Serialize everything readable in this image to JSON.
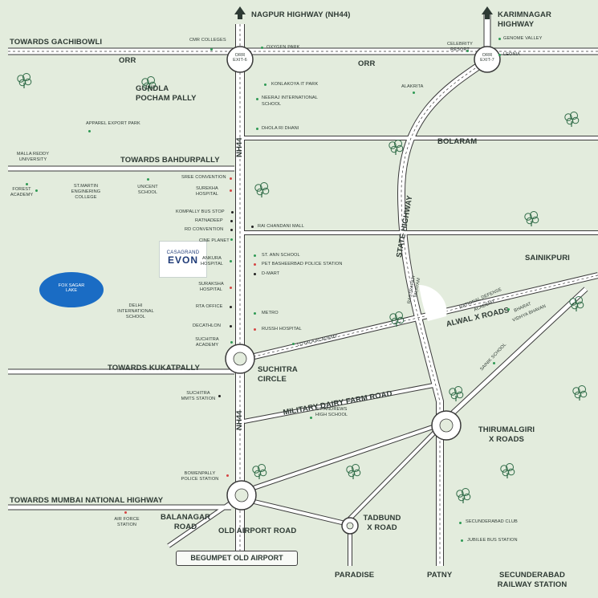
{
  "highways": {
    "nagpur": "NAGPUR HIGHWAY (NH44)",
    "karimnagar_1": "KARIMNAGAR",
    "karimnagar_2": "HIGHWAY",
    "nh44_upper": "NH44",
    "nh44_lower": "NH44",
    "state_highway": "STATE HIGHWAY"
  },
  "roads": {
    "gachibowli": "TOWARDS GACHIBOWLI",
    "orr_left": "ORR",
    "orr_right": "ORR",
    "bahdurpally": "TOWARDS BAHDURPALLY",
    "bolaram": "BOLARAM",
    "sainikpuri": "SAINIKPURI",
    "alwal": "ALWAL X ROADS",
    "kukatpally": "TOWARDS KUKATPALLY",
    "military": "MILITARY DAIRY FARM ROAD",
    "mumbai": "TOWARDS MUMBAI NATIONAL HIGHWAY",
    "old_airport": "OLD AIRPORT ROAD"
  },
  "junctions": {
    "orr_exit6_1": "ORR",
    "orr_exit6_2": "EXIT-6",
    "orr_exit7_1": "ORR",
    "orr_exit7_2": "EXIT-7"
  },
  "areas": {
    "gundla_1": "GUNDLA",
    "gundla_2": "POCHAM PALLY",
    "suchitra_1": "SUCHITRA",
    "suchitra_2": "CIRCLE",
    "thirumalgiri_1": "THIRUMALGIRI",
    "thirumalgiri_2": "X ROADS",
    "balanagar_1": "BALANAGAR",
    "balanagar_2": "ROAD",
    "tadbund_1": "TADBUND",
    "tadbund_2": "X ROAD",
    "paradise": "PARADISE",
    "patny": "PATNY",
    "secbad_1": "SECUNDERABAD",
    "secbad_2": "RAILWAY STATION"
  },
  "airport": "BEGUMPET OLD AIRPORT",
  "lake": {
    "line1": "FOX SAGAR",
    "line2": "LAKE"
  },
  "project": {
    "line1": "CASAGRAND",
    "line2": "EVON"
  },
  "landmarks": {
    "cmr": "CMR COLLEGES",
    "oxygen": "OXYGEN PARK",
    "celebrity_1": "CELEBRITY",
    "celebrity_2": "RESORT",
    "genome": "GENOME VALLEY",
    "leonia": "LEONIA",
    "konlakoya": "KONLAKOYA IT PARK",
    "neeraj_1": "NEERAJ INTERNATIONAL",
    "neeraj_2": "SCHOOL",
    "alakrita": "ALAKRITA",
    "apparel": "APPAREL EXPORT PARK",
    "dhola": "DHOLA RI DHANI",
    "malla_1": "MALLA REDDY",
    "malla_2": "UNIVERSITY",
    "forest_1": "FOREST",
    "forest_2": "ACADEMY",
    "stmartin_1": "ST.MARTIN",
    "stmartin_2": "ENGINERING",
    "stmartin_3": "COLLEGE",
    "unicent_1": "UNICENT",
    "unicent_2": "SCHOOL",
    "sree": "SREE CONVENTION",
    "surekha_1": "SUREKHA",
    "surekha_2": "HOSPITAL",
    "kompally": "KOMPALLY BUS STOP",
    "ratnadeep": "RATNADEEP",
    "rd": "RD CONVENTION",
    "rai": "RAI CHANDANI MALL",
    "cineplanet": "CINE PLANET",
    "ankura_1": "ANKURA",
    "ankura_2": "HOSPITAL",
    "stann": "ST. ANN SCHOOL",
    "police_pet": "PET BASHEERBAD POLICE STATION",
    "dmart": "D-MART",
    "suraksha_1": "SURAKSHA",
    "suraksha_2": "HOSPITAL",
    "rastrapati_1": "RASTRAPATI",
    "rastrapati_2": "NILAYAM",
    "delhi_1": "DELHI",
    "delhi_2": "INTERNATIONAL",
    "delhi_3": "SCHOOL",
    "rta": "RTA OFFICE",
    "metro": "METRO",
    "decathlon": "DECATHLON",
    "russh": "RUSSH HOSPITAL",
    "nda_1": "NATIONAL DEFENSE",
    "nda_2": "ACADEMY",
    "bharat_1": "BHARAT",
    "bharat_2": "VIDHYA BHAVAN",
    "suchitra_acad_1": "SUCHITRA",
    "suchitra_acad_2": "ACADEMY",
    "loyala": "LOYALA ACADEMY",
    "sainik": "SAINIK SCHOOL",
    "mmts_1": "SUCHITRA",
    "mmts_2": "MMTS STATION",
    "standrews_1": "ST. ANDREWS",
    "standrews_2": "HIGH SCHOOL",
    "bowenpally_1": "BOWENPALLY",
    "bowenpally_2": "POLICE STATION",
    "airforce_1": "AIR FORCE",
    "airforce_2": "STATION",
    "secclub": "SECUNDERABAD CLUB",
    "jubilee": "JUBILEE BUS STATION"
  },
  "colors": {
    "background": "#e3ecdd",
    "road_fill": "#ffffff",
    "road_edge": "#3a3a3a",
    "lake": "#1a6cc4",
    "project_text": "#1f3b78",
    "dot_green": "#2f9a54",
    "dot_red": "#d64543",
    "dot_black": "#222222",
    "tree": "#2f6b47"
  }
}
